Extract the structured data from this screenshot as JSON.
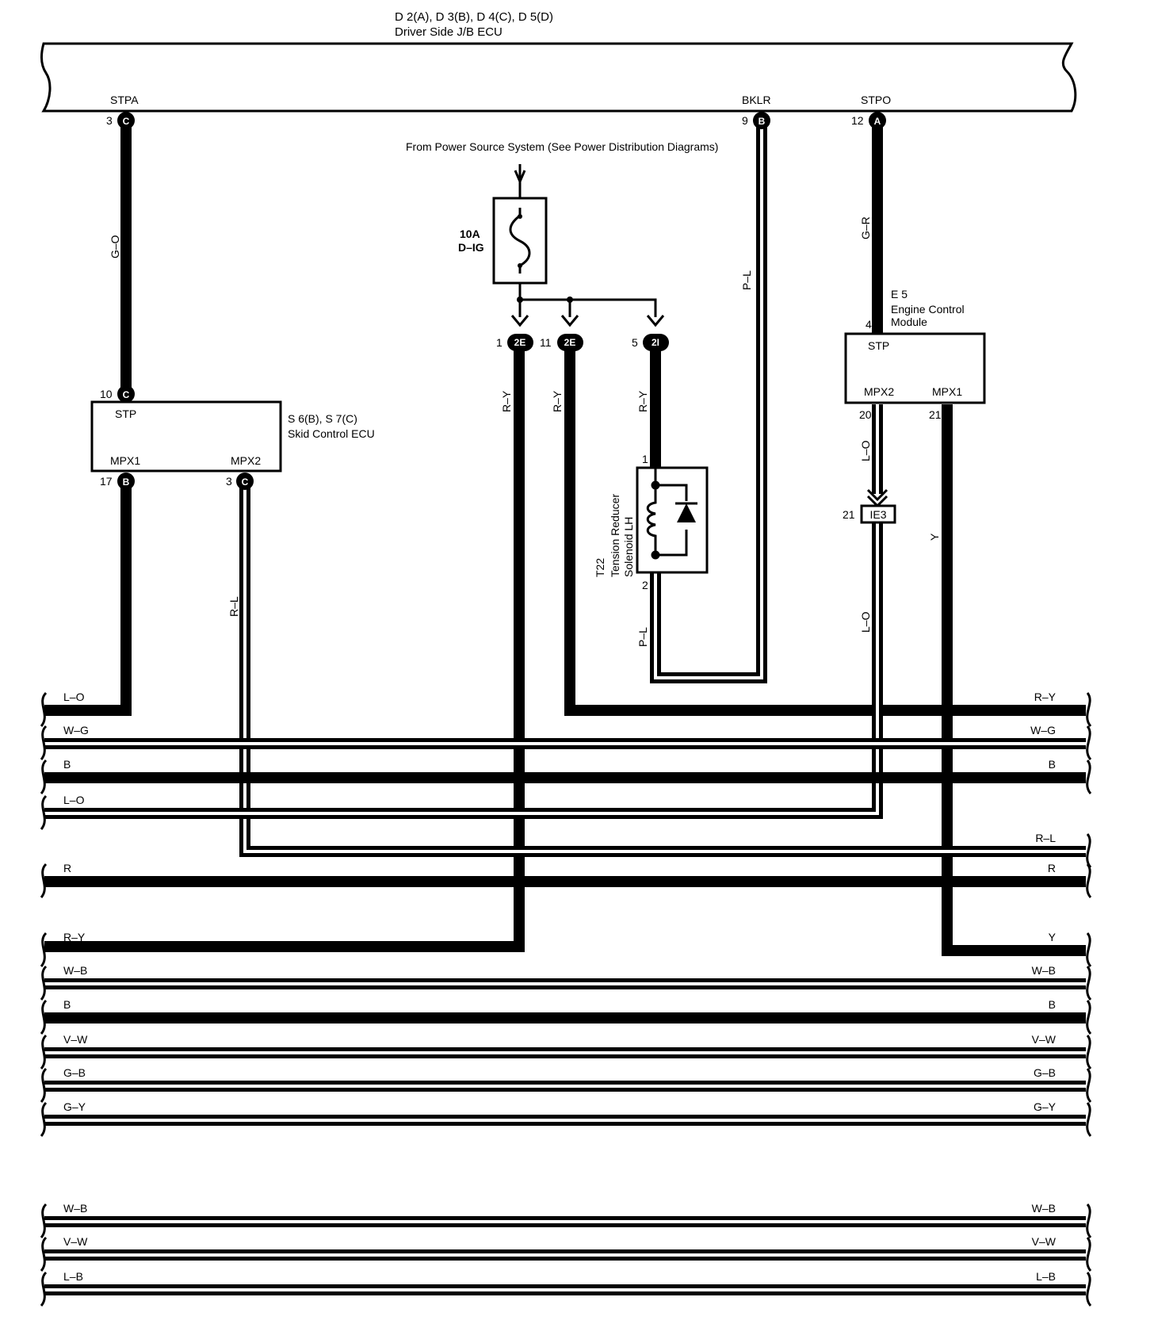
{
  "header": {
    "connectors_line": "D 2(A), D 3(B), D 4(C), D 5(D)",
    "component": "Driver Side J/B ECU"
  },
  "jb_terminals": {
    "stpa": {
      "name": "STPA",
      "pin": "3",
      "conn": "C"
    },
    "bklr": {
      "name": "BKLR",
      "pin": "9",
      "conn": "B"
    },
    "stpo": {
      "name": "STPO",
      "pin": "12",
      "conn": "A"
    }
  },
  "power_source": "From Power Source System (See Power Distribution Diagrams)",
  "fuse": {
    "rating": "10A",
    "name": "D–IG"
  },
  "junction_pins": [
    {
      "pin": "1",
      "conn": "2E"
    },
    {
      "pin": "11",
      "conn": "2E"
    },
    {
      "pin": "5",
      "conn": "2I"
    }
  ],
  "skid_ecu": {
    "code": "S 6(B), S 7(C)",
    "name": "Skid Control ECU",
    "stp_label": "STP",
    "mpx1_label": "MPX1",
    "mpx2_label": "MPX2",
    "stp_pin": "10",
    "stp_conn": "C",
    "mpx1_pin": "17",
    "mpx1_conn": "B",
    "mpx2_pin": "3",
    "mpx2_conn": "C"
  },
  "engine_ecm": {
    "code": "E 5",
    "name_line1": "Engine Control",
    "name_line2": "Module",
    "stp_label": "STP",
    "mpx2_label": "MPX2",
    "mpx1_label": "MPX1",
    "stp_pin": "4",
    "mpx2_pin": "20",
    "mpx1_pin": "21"
  },
  "solenoid": {
    "code": "T22",
    "name_line1": "Tension Reducer",
    "name_line2": "Solenoid LH",
    "pin_top": "1",
    "pin_bottom": "2"
  },
  "ie3": {
    "pin": "21",
    "label": "IE3"
  },
  "wire_colors": {
    "stpa": "G–O",
    "bklr": "P–L",
    "stpo": "G–R",
    "j1": "R–Y",
    "j11": "R–Y",
    "j5": "R–Y",
    "sol_bottom": "P–L",
    "mpx2_skid": "R–L",
    "ecm_mpx2": "L–O",
    "ecm_mpx2_lower": "L–O",
    "ecm_mpx1": "Y"
  },
  "bus_lines": [
    {
      "left": "L–O",
      "right": "R–Y"
    },
    {
      "left": "W–G",
      "right": "W–G"
    },
    {
      "left": "B",
      "right": "B"
    },
    {
      "left": "L–O",
      "right": ""
    },
    {
      "left": "",
      "right": "R–L"
    },
    {
      "left": "R",
      "right": "R"
    },
    {
      "left": "R–Y",
      "right": "Y"
    },
    {
      "left": "W–B",
      "right": "W–B"
    },
    {
      "left": "B",
      "right": "B"
    },
    {
      "left": "V–W",
      "right": "V–W"
    },
    {
      "left": "G–B",
      "right": "G–B"
    },
    {
      "left": "G–Y",
      "right": "G–Y"
    },
    {
      "left": "W–B",
      "right": "W–B"
    },
    {
      "left": "V–W",
      "right": "V–W"
    },
    {
      "left": "L–B",
      "right": "L–B"
    }
  ]
}
